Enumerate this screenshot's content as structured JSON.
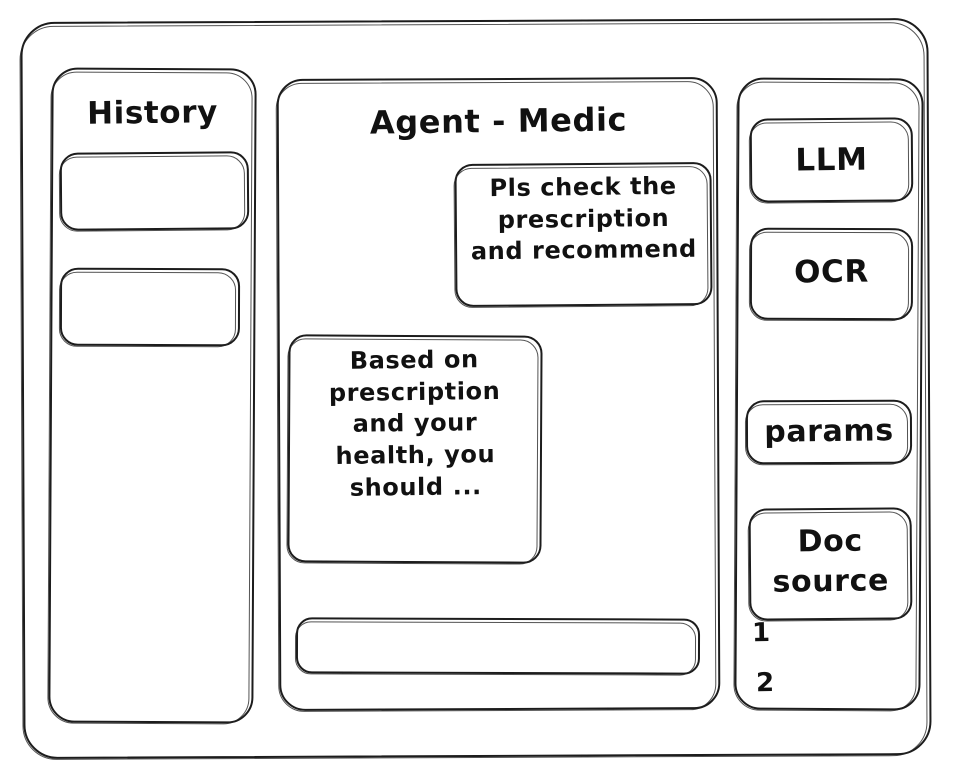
{
  "window": {
    "title": "Agent - Medic"
  },
  "sidebar": {
    "title": "History",
    "items": [
      {
        "label": ""
      },
      {
        "label": ""
      }
    ]
  },
  "main": {
    "title": "Agent - Medic",
    "messages": [
      {
        "role": "user",
        "text": "Pls check the\nprescription\nand recommend"
      },
      {
        "role": "agent",
        "text": "Based on\nprescription\nand your\nhealth, you\nshould ..."
      }
    ],
    "composer": {
      "value": "",
      "placeholder": ""
    }
  },
  "tools": {
    "buttons": [
      {
        "label": "LLM"
      },
      {
        "label": "OCR"
      },
      {
        "label": "params"
      },
      {
        "label": "Doc\nsource"
      }
    ],
    "doc_sources": [
      {
        "label": "1"
      },
      {
        "label": "2"
      }
    ]
  },
  "colors": {
    "stroke": "#1c1c1c",
    "background": "#ffffff",
    "text": "#111111"
  }
}
